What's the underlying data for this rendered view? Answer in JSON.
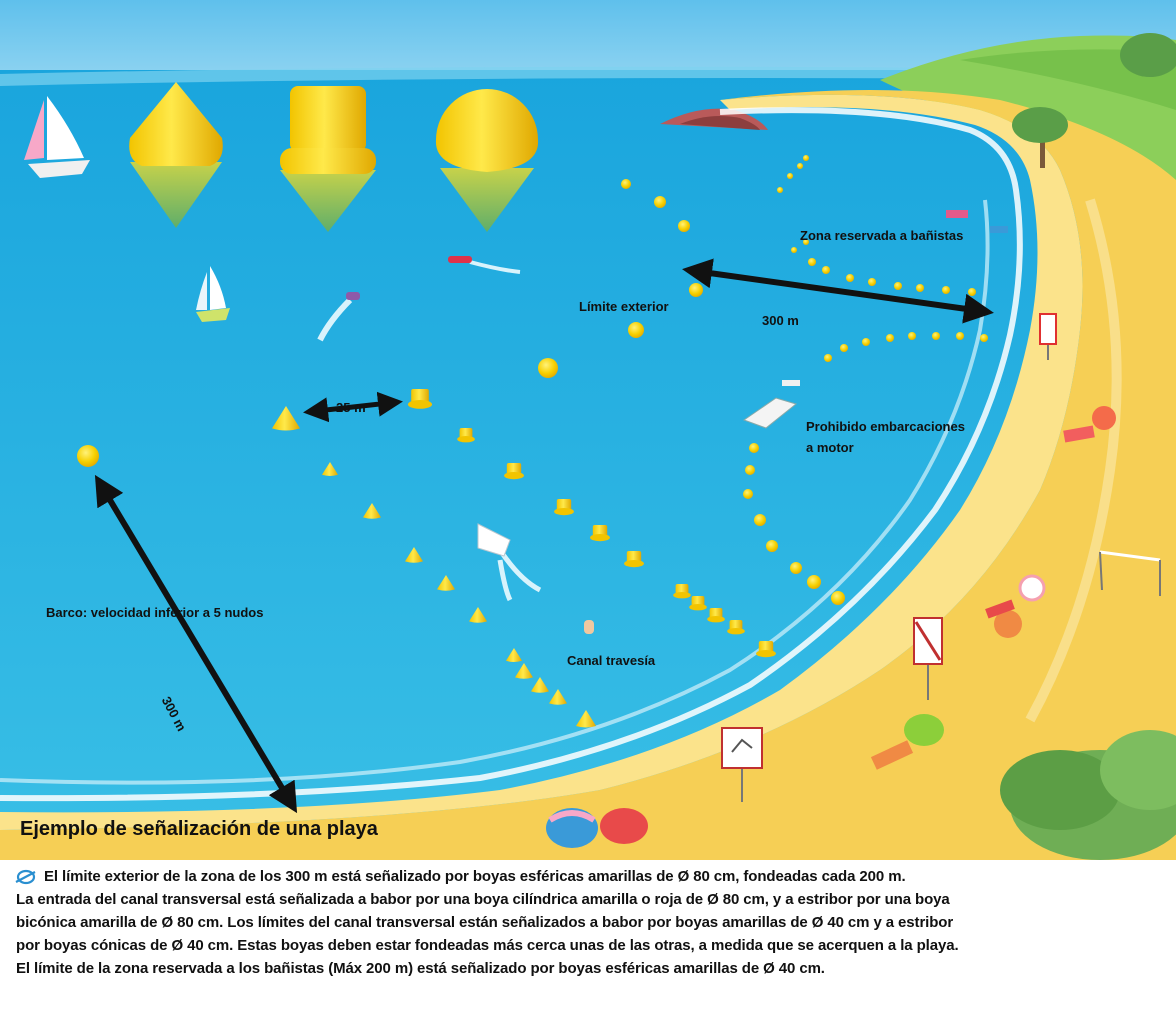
{
  "labels": {
    "zona_banistas": "Zona reservada a bañistas",
    "limite_exterior": "Límite exterior",
    "dist_300_top": "300 m",
    "dist_25": "25 m",
    "prohibido": "Prohibido embarcaciones",
    "prohibido_2": "a motor",
    "barco": "Barco: velocidad inferior a 5 nudos",
    "canal": "Canal travesía",
    "dist_300_left": "300 m"
  },
  "title": "Ejemplo de señalización de una playa",
  "caption": {
    "icon": "buoy-line-icon",
    "lines": [
      "El límite exterior de la zona de  los 300 m está señalizado por boyas esféricas amarillas de Ø 80 cm, fondeadas cada 200 m.",
      "La entrada del canal transversal está señalizada a babor por una boya cilíndrica amarilla o roja de Ø 80 cm, y a estribor por una boya",
      "bicónica amarilla de Ø 80 cm. Los límites del canal transversal están señalizados a babor por boyas amarillas de Ø 40 cm y a estribor",
      "por boyas cónicas de Ø 40 cm. Estas boyas deben estar fondeadas más cerca unas de las otras, a medida que se acerquen a la playa.",
      "El límite de la zona reservada a los bañistas (Máx 200 m) está señalizado por boyas esféricas amarillas de Ø 40 cm."
    ]
  },
  "colors": {
    "sky": "#86cdea",
    "sea": "#2fb4e0",
    "sand": "#f6cf55",
    "buoy": "#f6d000",
    "grass": "#8ccf5a"
  }
}
